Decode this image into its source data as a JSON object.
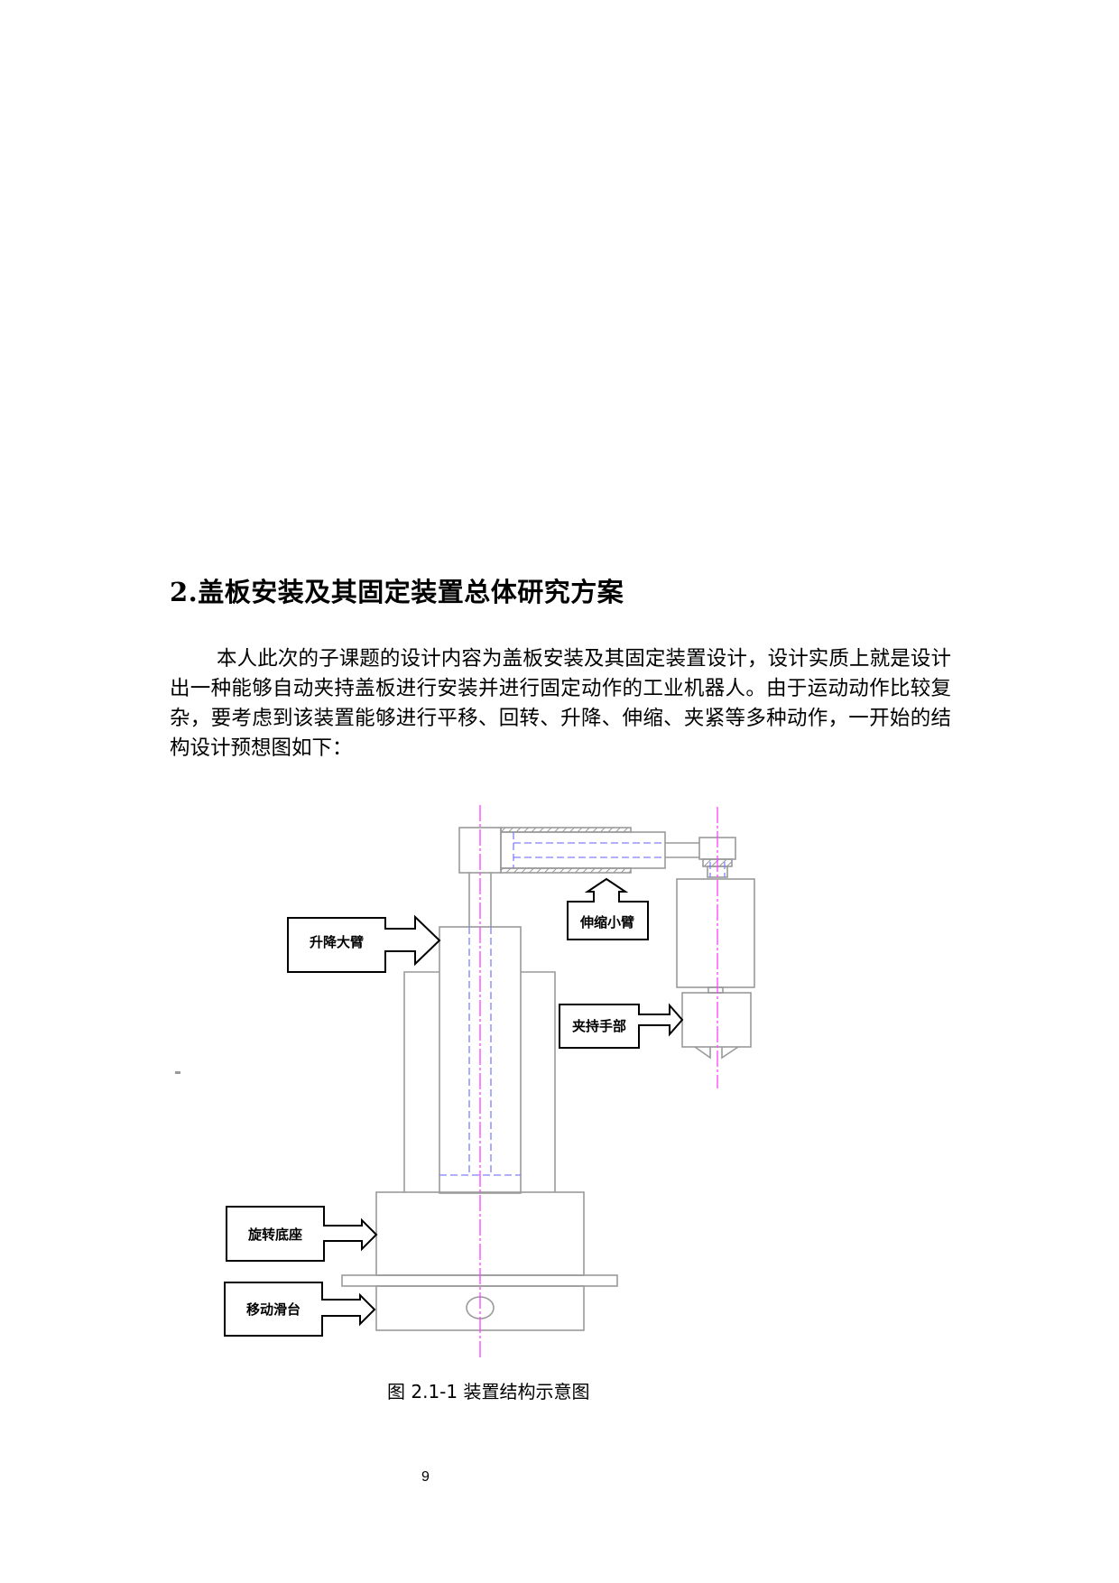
{
  "section": {
    "heading": "2.盖板安装及其固定装置总体研究方案",
    "paragraph": "本人此次的子课题的设计内容为盖板安装及其固定装置设计，设计实质上就是设计出一种能够自动夹持盖板进行安装并进行固定动作的工业机器人。由于运动动作比较复杂，要考虑到该装置能够进行平移、回转、升降、伸缩、夹紧等多种动作，一开始的结构设计预想图如下："
  },
  "figure": {
    "labels": {
      "telescopic_arm": "伸缩小臂",
      "lifting_arm": "升降大臂",
      "gripper": "夹持手部",
      "rotating_base": "旋转底座",
      "sliding_table": "移动滑台"
    },
    "caption": "图 2.1-1 装置结构示意图",
    "colors": {
      "outline": "#9a9a9a",
      "hidden_line": "#8080ff",
      "center_line": "#ff40ff",
      "callout": "#000000"
    }
  },
  "footer": {
    "page_number": "9"
  }
}
